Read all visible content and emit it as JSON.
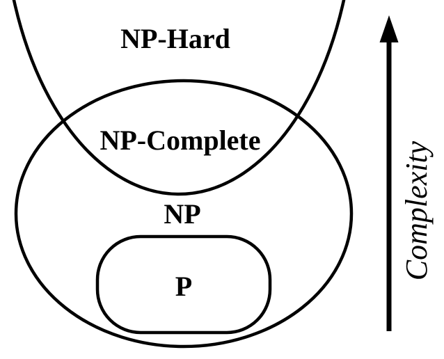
{
  "diagram": {
    "labels": {
      "np_hard": "NP-Hard",
      "np_complete": "NP-Complete",
      "np": "NP",
      "p": "P"
    },
    "axis": {
      "label": "Complexity"
    }
  },
  "colors": {
    "stroke": "#000000",
    "background": "#ffffff"
  }
}
